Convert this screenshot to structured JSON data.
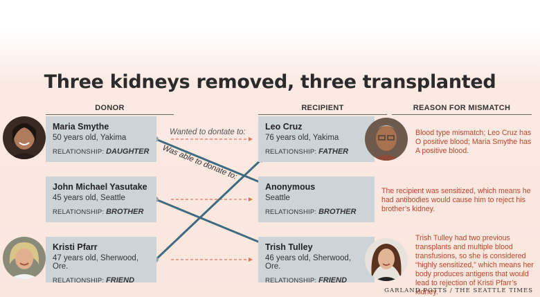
{
  "title": "Three kidneys removed, three transplanted",
  "headers": {
    "donor": "DONOR",
    "recipient": "RECIPIENT",
    "reason": "REASON FOR MISMATCH"
  },
  "arrow_labels": {
    "wanted": "Wanted to dontate to:",
    "able": "Was able to donate to:"
  },
  "relationship_label": "RELATIONSHIP:",
  "donors": [
    {
      "name": "Maria Smythe",
      "detail": "50 years old, Yakima",
      "relationship": "DAUGHTER"
    },
    {
      "name": "John Michael Yasutake",
      "detail": "45 years old, Seattle",
      "relationship": "BROTHER"
    },
    {
      "name": "Kristi Pfarr",
      "detail": "47 years old, Sherwood, Ore.",
      "relationship": "FRIEND"
    }
  ],
  "recipients": [
    {
      "name": "Leo Cruz",
      "detail": "76 years old, Yakima",
      "relationship": "FATHER"
    },
    {
      "name": "Anonymous",
      "detail": "Seattle",
      "relationship": "BROTHER"
    },
    {
      "name": "Trish Tulley",
      "detail": "46 years old, Sherwood, Ore.",
      "relationship": "FRIEND"
    }
  ],
  "reasons": [
    "Blood type mismatch; Leo Cruz has O positive blood; Maria Smythe has A positive blood.",
    "The recipient was sensitized, which means he had antibodies would cause him to reject his brother’s kidney.",
    "Trish Tulley had two previous transplants and multiple blood transfusions, so she is considered “highly sensitized,” which means her body produces antigens that would lead to rejection of Kristi Pfarr’s kidney."
  ],
  "credit": "GARLAND POTTS / THE SEATTLE TIMES",
  "colors": {
    "card": "#ccd4d8",
    "arrow": "#3e6b80",
    "dashed": "#e0705a",
    "reason_text": "#c2452d"
  }
}
